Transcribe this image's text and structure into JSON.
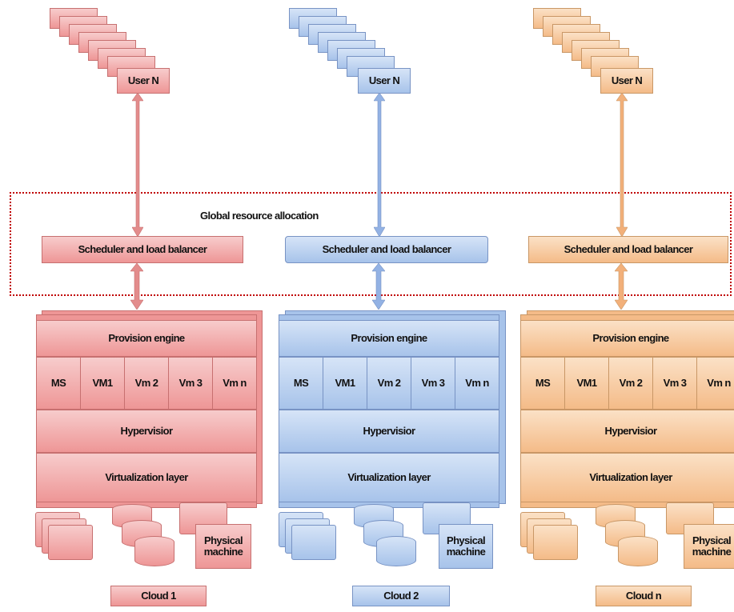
{
  "global": {
    "label": "Global resource allocation"
  },
  "clouds": [
    {
      "theme": "red",
      "user_label": "User N",
      "scheduler_label": "Scheduler and load balancer",
      "provision_label": "Provision engine",
      "vms": [
        "MS",
        "VM1",
        "Vm 2",
        "Vm 3",
        "Vm n"
      ],
      "hypervisor_label": "Hypervisior",
      "virtualization_label": "Virtualization layer",
      "physical_label": "Physical machine",
      "cloud_label": "Cloud 1"
    },
    {
      "theme": "blue",
      "user_label": "User N",
      "scheduler_label": "Scheduler and load balancer",
      "provision_label": "Provision engine",
      "vms": [
        "MS",
        "VM1",
        "Vm 2",
        "Vm 3",
        "Vm n"
      ],
      "hypervisor_label": "Hypervisior",
      "virtualization_label": "Virtualization layer",
      "physical_label": "Physical machine",
      "cloud_label": "Cloud 2"
    },
    {
      "theme": "orange",
      "user_label": "User N",
      "scheduler_label": "Scheduler and load balancer",
      "provision_label": "Provision engine",
      "vms": [
        "MS",
        "VM1",
        "Vm 2",
        "Vm 3",
        "Vm n"
      ],
      "hypervisor_label": "Hypervisior",
      "virtualization_label": "Virtualization layer",
      "physical_label": "Physical machine",
      "cloud_label": "Cloud n"
    }
  ],
  "colors": {
    "red": "#ee9696",
    "blue": "#a7c3ea",
    "orange": "#f4bb88",
    "global_border": "#c00000"
  }
}
